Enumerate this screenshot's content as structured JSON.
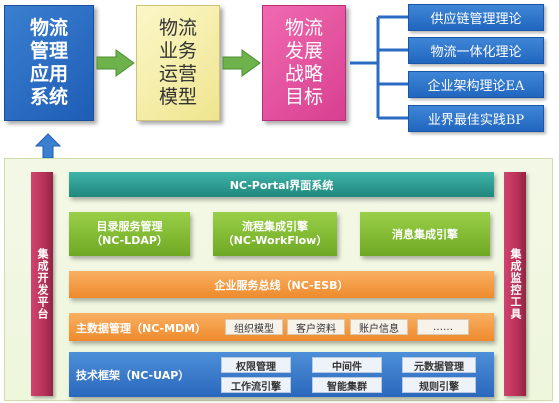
{
  "top": {
    "system": [
      "物流",
      "管理",
      "应用",
      "系统"
    ],
    "operation": [
      "物流",
      "业务",
      "运营",
      "模型"
    ],
    "strategy": [
      "物流",
      "发展",
      "战略",
      "目标"
    ],
    "theories": [
      "供应链管理理论",
      "物流一体化理论",
      "企业架构理论EA",
      "业界最佳实践BP"
    ]
  },
  "diagram": {
    "left_bar": "集成开发平台",
    "right_bar": "集成监控工具",
    "portal": "NC-Portal界面系统",
    "directory": [
      "目录服务管理",
      "（NC-LDAP）"
    ],
    "workflow": [
      "流程集成引擎",
      "（NC-WorkFlow）"
    ],
    "message": "消息集成引擎",
    "esb": "企业服务总线（NC-ESB）",
    "mdm": {
      "label": "主数据管理（NC-MDM）",
      "items": [
        "组织模型",
        "客户资料",
        "账户信息",
        "……"
      ]
    },
    "uap": {
      "label": "技术框架（NC-UAP）",
      "items": [
        "权限管理",
        "中间件",
        "元数据管理",
        "工作流引擎",
        "智能集群",
        "规则引擎"
      ]
    }
  },
  "colors": {
    "blue_box": "#2a6cc4",
    "yellow_box": "#f6eea8",
    "pink_box": "#e552a0",
    "arrow_green": "#6db24a",
    "connector_blue": "#2a6cc4"
  }
}
